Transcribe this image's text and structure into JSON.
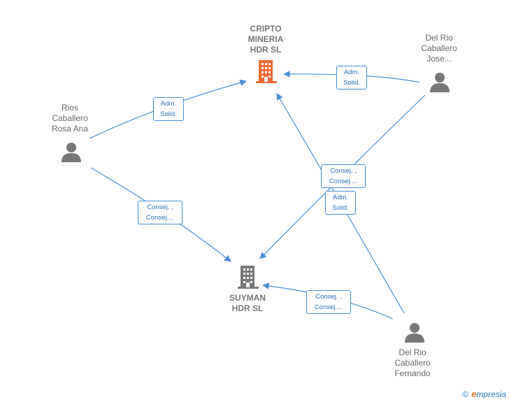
{
  "companies": {
    "cripto": {
      "lines": [
        "CRIPTO",
        "MINERIA",
        "HDR  SL"
      ],
      "color": "#f06a35"
    },
    "suyman": {
      "lines": [
        "SUYMAN",
        "HDR SL"
      ],
      "color": "#777777"
    }
  },
  "people": {
    "rios": {
      "lines": [
        "Rios",
        "Caballero",
        "Rosa Ana"
      ]
    },
    "jose": {
      "lines": [
        "Del Rio",
        "Caballero",
        "Jose..."
      ]
    },
    "fernando": {
      "lines": [
        "Del Rio",
        "Caballero",
        "Fernando"
      ]
    }
  },
  "edges": [
    {
      "lines": [
        "Adm.",
        "Solid."
      ]
    },
    {
      "lines": [
        "Adm.",
        "Solid."
      ]
    },
    {
      "lines": [
        "Consej. ,",
        "Consej...."
      ]
    },
    {
      "lines": [
        "Consej. ,",
        "Consej...."
      ]
    },
    {
      "lines": [
        "Adm.",
        "Solid."
      ]
    },
    {
      "lines": [
        "Consej. ,",
        "Consej...."
      ]
    }
  ],
  "footer": {
    "copyright": "©",
    "brand_initial": "e",
    "brand_rest": "mpresia"
  },
  "colors": {
    "edge": "#4a8fd6",
    "person": "#777777"
  }
}
